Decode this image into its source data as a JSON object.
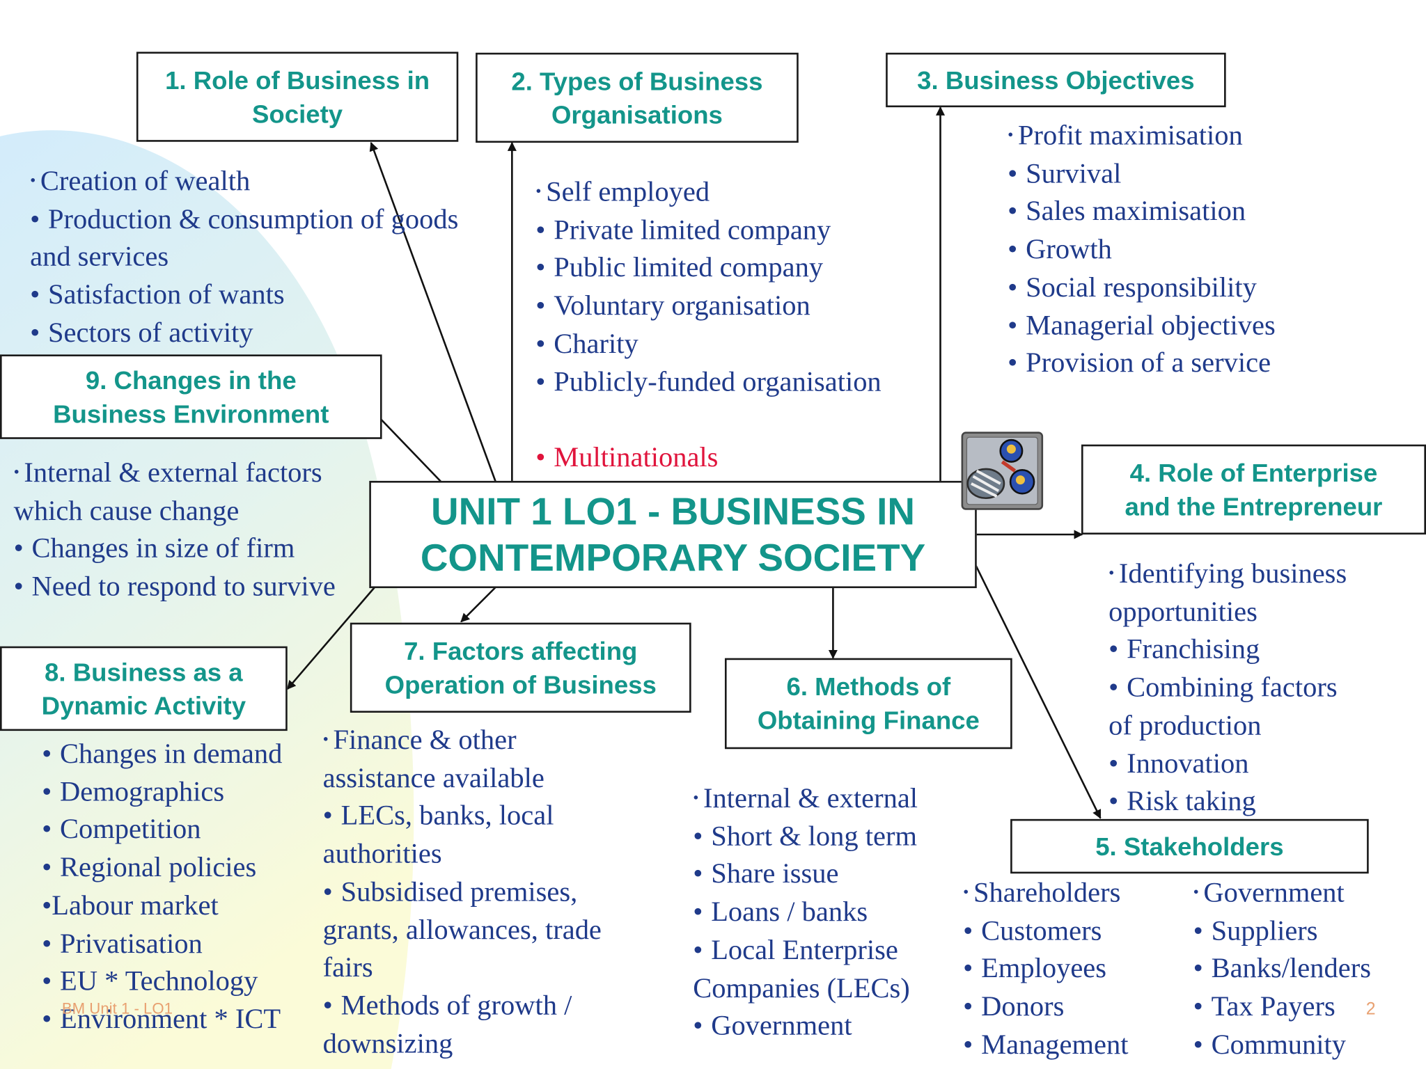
{
  "colors": {
    "heading": "#13958a",
    "body_text": "#1f3a8a",
    "highlight": "#e0143c",
    "footer": "#e8a070",
    "border": "#1a1a1a"
  },
  "central": {
    "title": "UNIT 1 LO1 -  BUSINESS IN\nCONTEMPORARY SOCIETY"
  },
  "topics": {
    "t1": {
      "title": "1. Role of Business in\nSociety",
      "items": [
        "Creation of wealth",
        "Production & consumption of goods",
        "and services",
        "Satisfaction of wants",
        "Sectors of activity"
      ]
    },
    "t2": {
      "title": "2. Types of Business\nOrganisations",
      "items": [
        "Self employed",
        "Private limited company",
        "Public limited company",
        "Voluntary organisation",
        "Charity",
        "Publicly-funded organisation",
        "Multinationals"
      ]
    },
    "t3": {
      "title": "3. Business Objectives",
      "items": [
        "Profit maximisation",
        "Survival",
        "Sales maximisation",
        "Growth",
        "Social responsibility",
        "Managerial objectives",
        "Provision of a service"
      ]
    },
    "t4": {
      "title": "4. Role of Enterprise\nand the Entrepreneur",
      "items": [
        "Identifying business",
        "opportunities",
        "Franchising",
        "Combining factors",
        "of production",
        "Innovation",
        "Risk taking"
      ]
    },
    "t5": {
      "title": "5. Stakeholders",
      "items_left": [
        "Shareholders",
        "Customers",
        "Employees",
        "Donors",
        "Management"
      ],
      "items_right": [
        "Government",
        "Suppliers",
        "Banks/lenders",
        "Tax Payers",
        "Community"
      ]
    },
    "t6": {
      "title": "6. Methods of\nObtaining Finance",
      "items": [
        "Internal & external",
        "Short & long term",
        "Share issue",
        "Loans / banks",
        "Local Enterprise",
        "Companies (LECs)",
        "Government"
      ]
    },
    "t7": {
      "title": "7. Factors affecting\nOperation of Business",
      "items": [
        "Finance & other",
        "assistance available",
        "LECs, banks, local",
        "authorities",
        "Subsidised premises,",
        "grants, allowances, trade",
        "fairs",
        "Methods of growth /",
        "downsizing"
      ]
    },
    "t8": {
      "title": "8. Business as a\nDynamic Activity",
      "items": [
        "Changes in demand",
        "Demographics",
        "Competition",
        "Regional policies",
        "Labour market",
        "Privatisation",
        "EU * Technology",
        "Environment * ICT"
      ]
    },
    "t9": {
      "title": "9. Changes in the\nBusiness Environment",
      "items": [
        "Internal & external factors",
        "which cause change",
        "Changes in size of firm",
        "Need to respond to survive"
      ]
    }
  },
  "footer": {
    "label": "BM Unit 1 - LO1",
    "page_number": "2"
  },
  "clipart_icon": "juggler-clipart-icon"
}
